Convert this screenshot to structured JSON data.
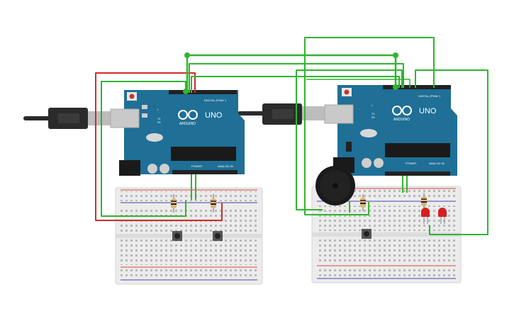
{
  "scene": {
    "description_free": true
  },
  "arduinos": [
    {
      "brand": "ARDUINO",
      "model": "UNO",
      "digital_label": "DIGITAL (PWM~)",
      "power_label": "POWER",
      "analog_label": "ANALOG IN",
      "tx_label": "TX",
      "rx_label": "RX",
      "l_label": "L"
    },
    {
      "brand": "ARDUINO",
      "model": "UNO",
      "digital_label": "DIGITAL (PWM~)",
      "power_label": "POWER",
      "analog_label": "ANALOG IN",
      "tx_label": "TX",
      "rx_label": "RX",
      "l_label": "L"
    }
  ],
  "colors": {
    "board": "#1f6f96",
    "board_dark": "#15587a",
    "wire_green": "#2fb52f",
    "wire_red": "#d32b2b",
    "breadboard": "#e9e9e9",
    "rail_red": "#d44",
    "rail_blue": "#44a",
    "usb": "#2b2b2b",
    "chip": "#222",
    "led_red": "#d62020",
    "buzzer": "#1a1a1a"
  }
}
